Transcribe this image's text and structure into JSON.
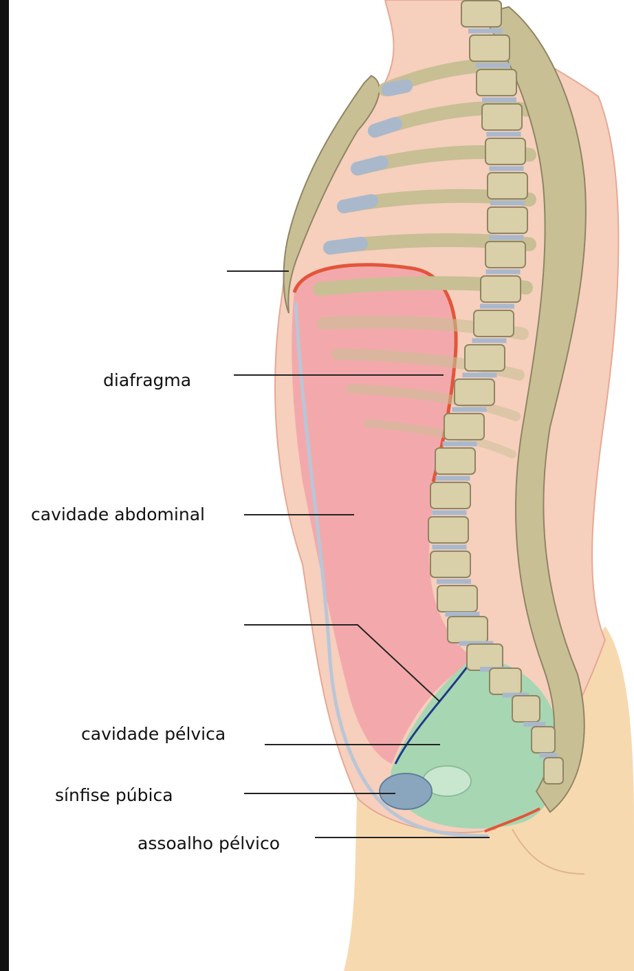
{
  "labels": {
    "diaphragm": "diafragma",
    "abdominal_cavity": "cavidade abdominal",
    "pelvic_cavity": "cavidade pélvica",
    "pubic_symphysis": "sínfise púbica",
    "pelvic_floor": "assoalho pélvico"
  },
  "colors": {
    "skin": "#f6cfbd",
    "lower_body": "#f7d9b0",
    "abdominal_cavity": "#f3a9ab",
    "pelvic_cavity": "#a7d6b2",
    "bone": "#c8bf95",
    "cartilage": "#aab8cc",
    "diaphragm_line": "#e2563a",
    "pelvic_inlet_line": "#1f3a8a",
    "leader_line": "#222222"
  }
}
